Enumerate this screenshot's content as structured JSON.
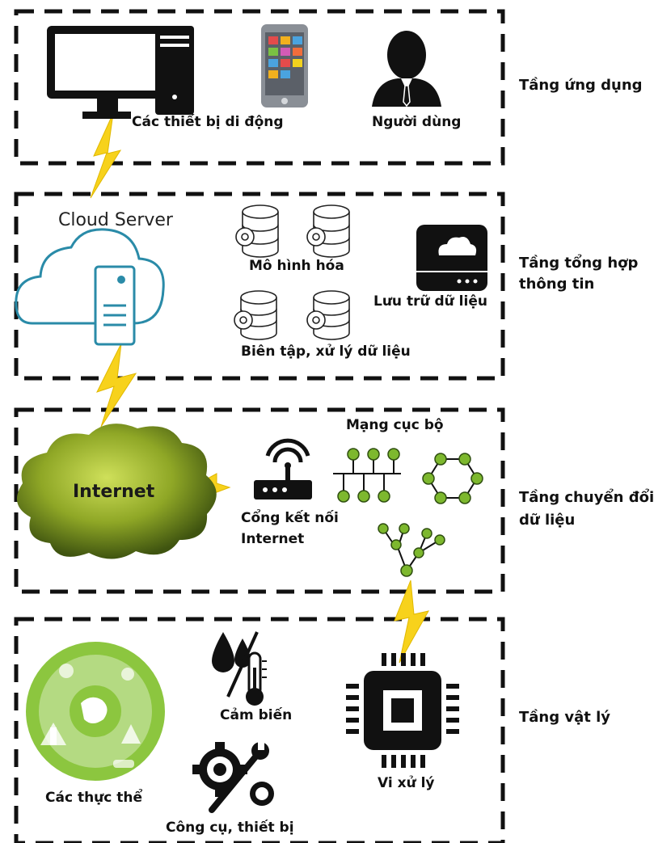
{
  "layers": {
    "application": "Tầng ứng dụng",
    "aggregation_line1": "Tầng tổng hợp",
    "aggregation_line2": "thông tin",
    "transfer_line1": "Tầng chuyển đổi",
    "transfer_line2": "dữ liệu",
    "physical": "Tầng vật lý"
  },
  "application_layer": {
    "devices": "Các thiết bị di động",
    "users": "Người dùng"
  },
  "aggregation_layer": {
    "cloud_server": "Cloud Server",
    "modeling": "Mô hình hóa",
    "storage": "Lưu trữ dữ liệu",
    "editing": "Biên tập, xử lý dữ liệu"
  },
  "transfer_layer": {
    "internet": "Internet",
    "gateway_line1": "Cổng kết nối",
    "gateway_line2": "Internet",
    "lan": "Mạng cục bộ"
  },
  "physical_layer": {
    "sensors": "Cảm biến",
    "processor": "Vi xử lý",
    "entities": "Các thực thể",
    "tools": "Công cụ, thiết bị"
  },
  "colors": {
    "lightning": "#f7d21c",
    "node_green": "#7db82e",
    "cloud_blue": "#2a8ba8",
    "earth_green": "#8cc63f"
  }
}
